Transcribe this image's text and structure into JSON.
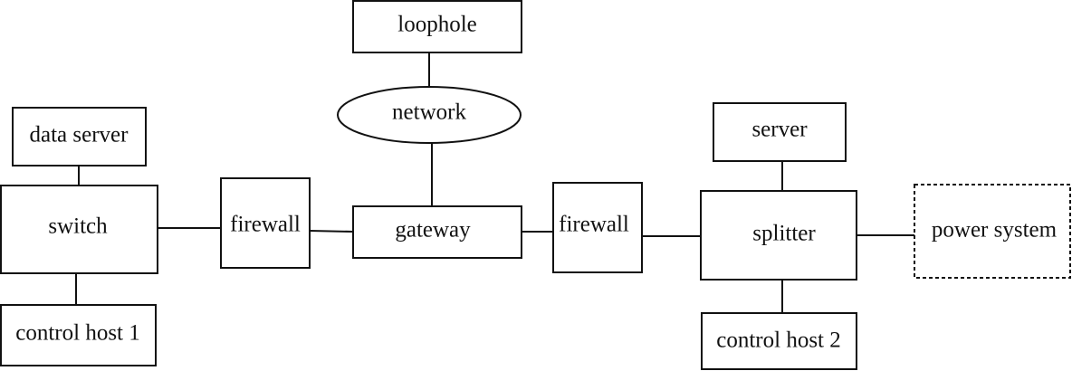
{
  "nodes": {
    "loophole": "loophole",
    "network": "network",
    "data_server": "data server",
    "switch": "switch",
    "control_host_1": "control host 1",
    "firewall_left": "firewall",
    "gateway": "gateway",
    "firewall_right": "firewall",
    "server": "server",
    "splitter": "splitter",
    "power_system": "power system",
    "control_host_2": "control host 2"
  },
  "colors": {
    "stroke": "#111111",
    "background": "#ffffff"
  }
}
